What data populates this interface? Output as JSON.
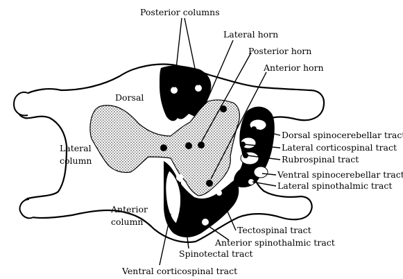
{
  "diagram": {
    "labels": {
      "posterior_columns": "Posterior columns",
      "lateral_horn": "Lateral horn",
      "posterior_horn": "Posterior horn",
      "anterior_horn": "Anterior horn",
      "dorsal": "Dorsal",
      "lateral_column_1": "Lateral",
      "lateral_column_2": "column",
      "anterior_column_1": "Anterior",
      "anterior_column_2": "column",
      "dorsal_spinocerebellar": "Dorsal spinocerebellar tract",
      "lateral_corticospinal": "Lateral corticospinal tract",
      "rubrospinal": "Rubrospinal tract",
      "ventral_spinocerebellar": "Ventral spinocerebellar tract",
      "lateral_spinothalmic": "Lateral spinothalmic tract",
      "tectospinal": "Tectospinal tract",
      "anterior_spinothalmic": "Anterior spinothalmic tract",
      "spinotectal": "Spinotectal tract",
      "ventral_corticospinal": "Ventral corticospinal tract"
    },
    "colors": {
      "outline": "#000000",
      "white_matter": "#ffffff",
      "grey_matter_stipple": "#bdbdbd",
      "tract_fill": "#000000"
    }
  }
}
